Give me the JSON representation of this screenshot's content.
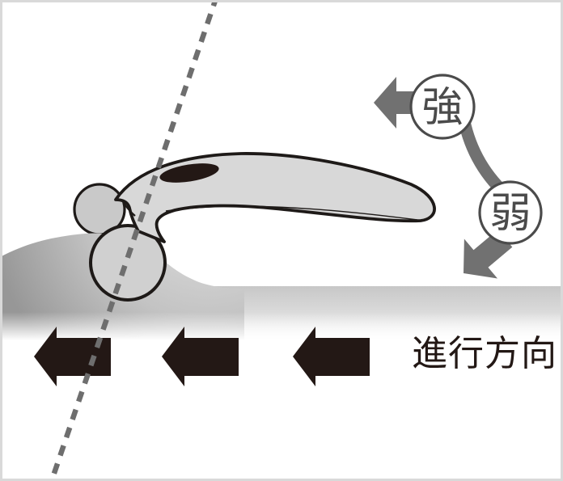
{
  "labels": {
    "strong": "強",
    "weak": "弱",
    "travel_direction": "進行方向"
  },
  "icons": {
    "strength_increase_arrow": "block-arrow-up-left",
    "strength_decrease_arrow": "block-arrow-down-left",
    "strength_arc": "curved-connector",
    "travel_arrow_1": "block-arrow-left",
    "travel_arrow_2": "block-arrow-left",
    "travel_arrow_3": "block-arrow-left",
    "roller_axis_line": "dashed-diagonal-line"
  },
  "colors": {
    "ink_black": "#231815",
    "outline_black": "#1e1a18",
    "gray_accent": "#717171",
    "dial_stroke": "#4b4b4b",
    "handle_fill": "#d8d8d8",
    "roller_fill": "#cfcfcf",
    "surface_gray": "#c7c7c7",
    "mound_shadow": "#979797",
    "frame_border": "#d9d9d9",
    "background": "#ffffff"
  }
}
